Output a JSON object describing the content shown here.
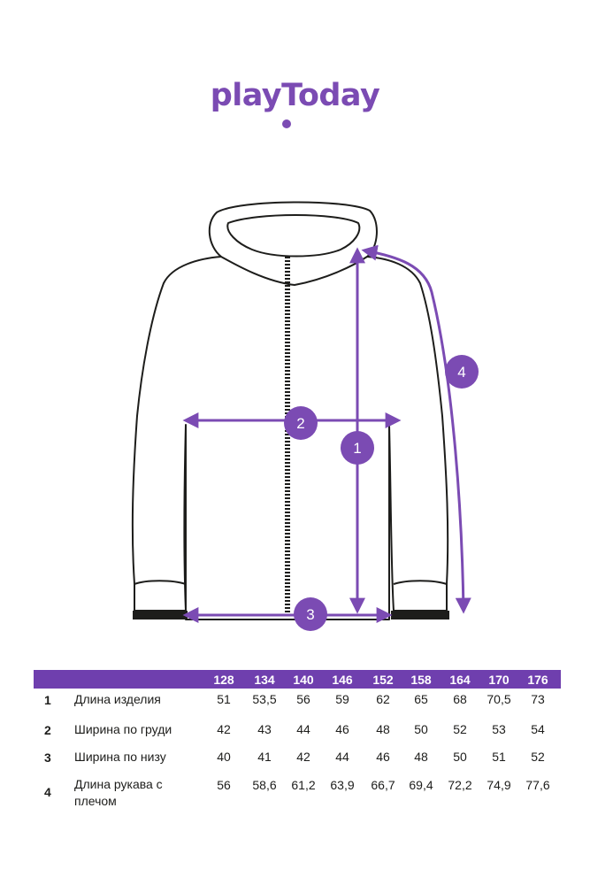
{
  "brand": {
    "logo_text": "playToday",
    "color": "#7b4bb3"
  },
  "markers": [
    "1",
    "2",
    "3",
    "4"
  ],
  "colors": {
    "accent": "#7b4bb3",
    "header_bg": "#6f3fae",
    "outline": "#1d1d1b"
  },
  "table": {
    "sizes": [
      "128",
      "134",
      "140",
      "146",
      "152",
      "158",
      "164",
      "170",
      "176"
    ],
    "rows": [
      {
        "num": "1",
        "label": "Длина изделия",
        "values": [
          "51",
          "53,5",
          "56",
          "59",
          "62",
          "65",
          "68",
          "70,5",
          "73"
        ]
      },
      {
        "num": "2",
        "label": "Ширина по груди",
        "values": [
          "42",
          "43",
          "44",
          "46",
          "48",
          "50",
          "52",
          "53",
          "54"
        ]
      },
      {
        "num": "3",
        "label": "Ширина по низу",
        "values": [
          "40",
          "41",
          "42",
          "44",
          "46",
          "48",
          "50",
          "51",
          "52"
        ]
      },
      {
        "num": "4",
        "label": "Длина рукава с плечом",
        "values": [
          "56",
          "58,6",
          "61,2",
          "63,9",
          "66,7",
          "69,4",
          "72,2",
          "74,9",
          "77,6"
        ]
      }
    ]
  }
}
